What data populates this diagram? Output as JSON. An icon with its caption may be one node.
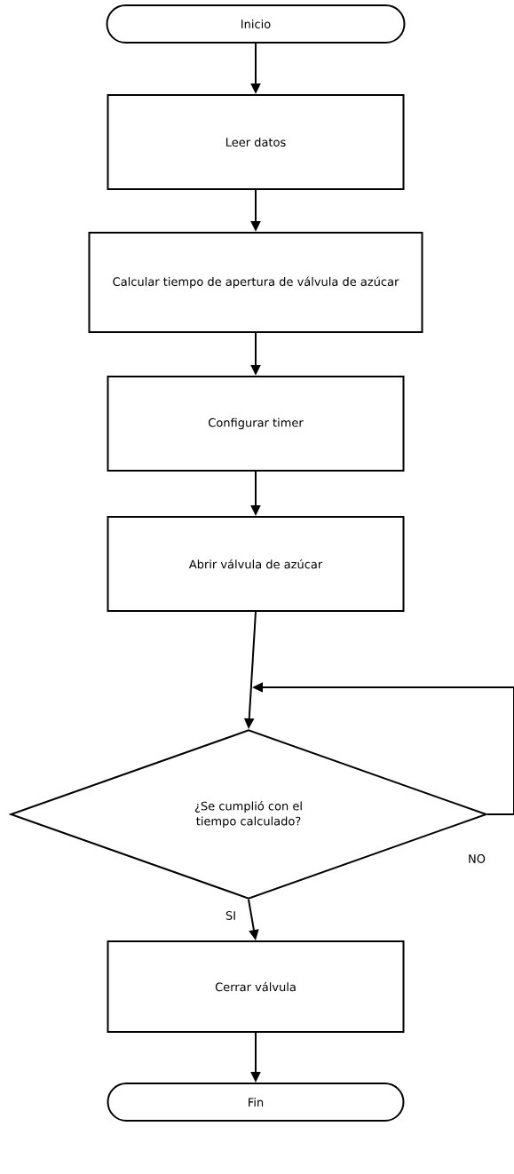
{
  "diagram": {
    "nodes": [
      {
        "text": [
          "Inicio"
        ]
      },
      {
        "text": [
          "Leer datos"
        ]
      },
      {
        "text": [
          "Calcular tiempo de apertura de válvula de azúcar"
        ]
      },
      {
        "text": [
          "Configurar timer"
        ]
      },
      {
        "text": [
          "Abrir válvula de azúcar"
        ]
      },
      {
        "text": [
          "¿Se cumplió con el tiempo calculado?"
        ]
      },
      {
        "text": [
          "Cerrar válvula"
        ]
      },
      {
        "text": [
          "Fin"
        ]
      }
    ],
    "edges": [
      {
        "from": 0,
        "to": 1,
        "arrow": "to"
      },
      {
        "from": 1,
        "to": 2,
        "arrow": "to"
      },
      {
        "from": 2,
        "to": 3,
        "arrow": "to"
      },
      {
        "from": 3,
        "to": 4,
        "arrow": "to"
      },
      {
        "from": 4,
        "to": 5,
        "arrow": "to"
      },
      {
        "from": 5,
        "to": 5,
        "arrow": "to",
        "label": "NO"
      },
      {
        "from": 5,
        "to": 6,
        "arrow": "to",
        "label": "SI"
      },
      {
        "from": 6,
        "to": 7,
        "arrow": "to"
      }
    ]
  }
}
